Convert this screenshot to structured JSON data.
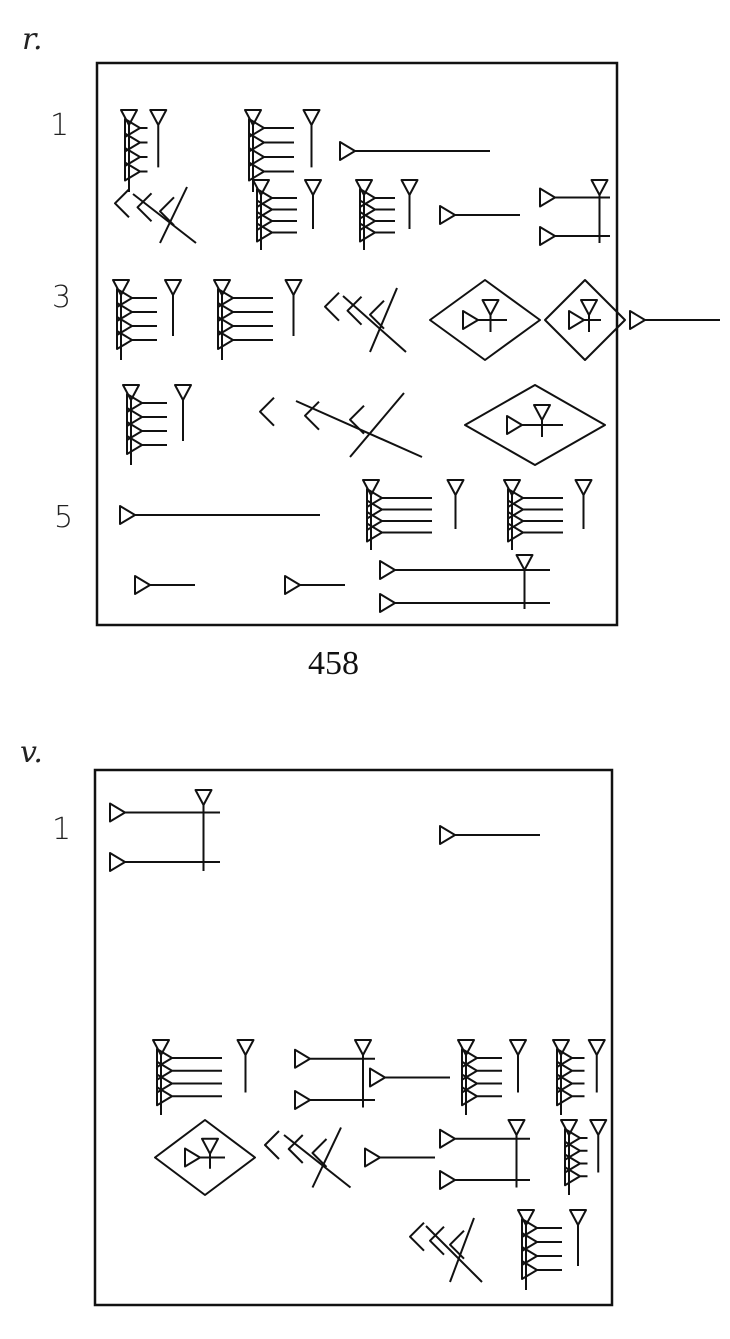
{
  "obverse": {
    "side_label": "r.",
    "line_numbers": [
      "1",
      "3",
      "5"
    ]
  },
  "text_number": "458",
  "reverse": {
    "side_label": "v.",
    "line_numbers": [
      "1"
    ]
  }
}
